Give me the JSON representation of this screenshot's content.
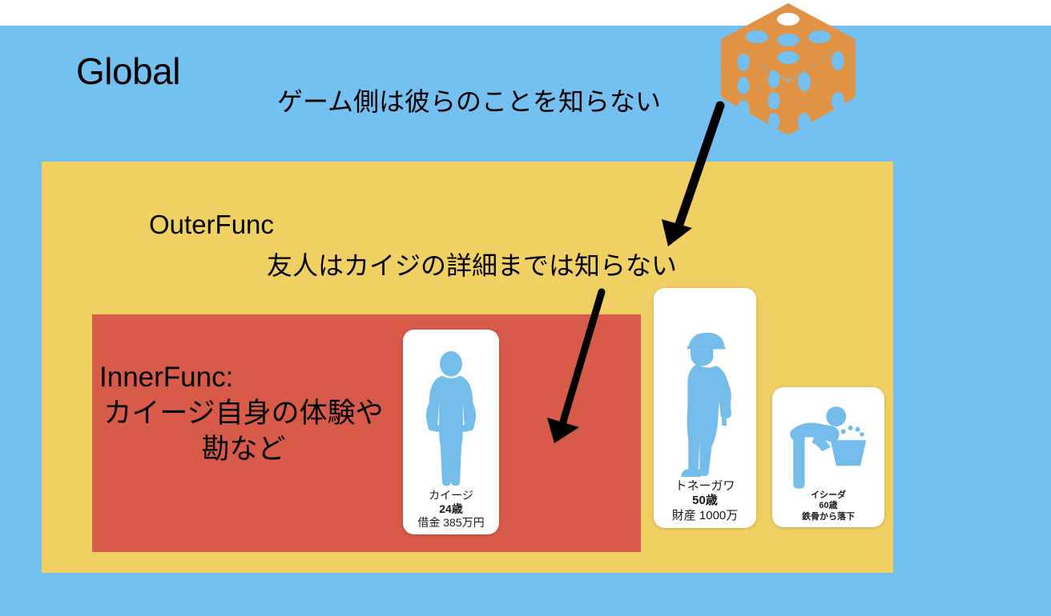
{
  "colors": {
    "global_bg": "#74c0f0",
    "outer_bg": "#f0d063",
    "inner_bg": "#d85a49",
    "card_bg": "#ffffff",
    "figure": "#74bdeb",
    "dice": "#e09245",
    "dice_pip": "#74c0f0",
    "arrow": "#000000",
    "page_bg": "#ffffff"
  },
  "scopes": {
    "global": {
      "label": "Global",
      "note": "ゲーム側は彼らのことを知らない"
    },
    "outer": {
      "label": "OuterFunc",
      "note": "友人はカイジの詳細までは知らない"
    },
    "inner": {
      "label_line1": "InnerFunc:",
      "label_line2": "カイージ自身の体験や",
      "label_line3": "勘など"
    }
  },
  "icons": {
    "dice": "dice-icon",
    "kaiji_figure": "standing-person-icon",
    "tonegawa_figure": "worker-with-helmet-icon",
    "ishida_figure": "person-drinking-fountain-icon",
    "arrow_global_to_outer": "arrow-down-left-icon",
    "arrow_outer_to_inner": "arrow-down-left-icon"
  },
  "cards": [
    {
      "id": "kaiji",
      "name": "カイージ",
      "age": "24歳",
      "detail": "借金 385万円"
    },
    {
      "id": "tonegawa",
      "name": "トネーガワ",
      "age": "50歳",
      "detail": "財産 1000万"
    },
    {
      "id": "ishida",
      "name": "イシーダ",
      "age": "60歳",
      "detail": "鉄骨から落下"
    }
  ]
}
